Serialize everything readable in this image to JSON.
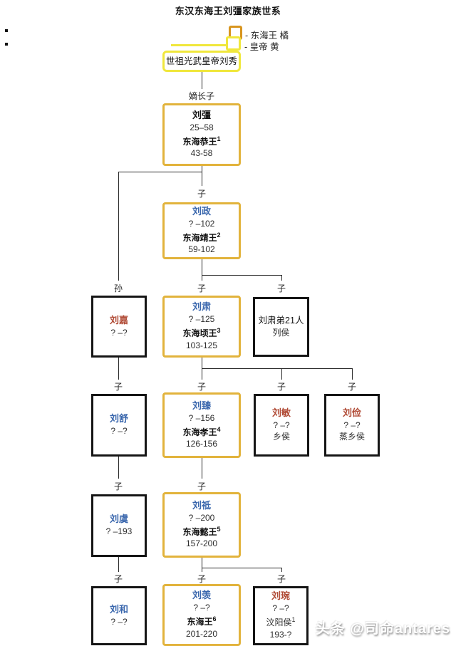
{
  "title": "东汉东海王刘彊家族世系",
  "legend": {
    "king_label": "- 东海王 橘",
    "emperor_label": "- 皇帝 黄",
    "king_color": "#d8951f",
    "emperor_color": "#f0e73c"
  },
  "edge_labels": {
    "heir": "嫡长子",
    "son": "子",
    "grandson": "孙"
  },
  "watermark": {
    "text": "头条 @司命antares"
  },
  "nodes": {
    "liuxiu": {
      "name": "世祖光武皇帝刘秀"
    },
    "liuqiang": {
      "name": "刘彊",
      "life": "25–58",
      "title": "东海恭王",
      "sup": "1",
      "reign": "43-58"
    },
    "liuzheng": {
      "name": "刘政",
      "life": "? –102",
      "title": "东海靖王",
      "sup": "2",
      "reign": "59-102"
    },
    "liujia": {
      "name": "刘嘉",
      "life": "? –?"
    },
    "liusu": {
      "name": "刘肃",
      "life": "? –125",
      "title": "东海顷王",
      "sup": "3",
      "reign": "103-125"
    },
    "liusu_brothers": {
      "name": "刘肃弟21人",
      "title2": "列侯"
    },
    "liushu": {
      "name": "刘舒",
      "life": "? –?"
    },
    "liuzhen": {
      "name": "刘臻",
      "life": "? –156",
      "title": "东海孝王",
      "sup": "4",
      "reign": "126-156"
    },
    "liumin": {
      "name": "刘敏",
      "life": "? –?",
      "title2": "乡侯"
    },
    "liujian": {
      "name": "刘俭",
      "life": "? –?",
      "title2": "蒸乡侯"
    },
    "liuyu": {
      "name": "刘虞",
      "life": "? –193"
    },
    "liuzhi": {
      "name": "刘祗",
      "life": "? –200",
      "title": "东海懿王",
      "sup": "5",
      "reign": "157-200"
    },
    "liuhe": {
      "name": "刘和",
      "life": "? –?"
    },
    "liuxian": {
      "name": "刘羡",
      "life": "? –?",
      "title": "东海王",
      "sup": "6",
      "reign": "201-220"
    },
    "liuwan": {
      "name": "刘琬",
      "life": "? –?",
      "title2": "汶阳侯",
      "sup2": "1",
      "reign": "193-?"
    }
  }
}
